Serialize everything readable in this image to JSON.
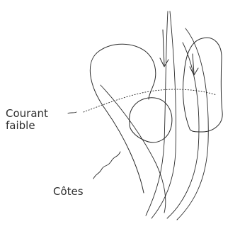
{
  "labels": {
    "weak_current_line1": "Courant",
    "weak_current_line2": "faible",
    "coasts": "Côtes"
  },
  "colors": {
    "ink": "#2a2a2a",
    "background": "#ffffff"
  }
}
